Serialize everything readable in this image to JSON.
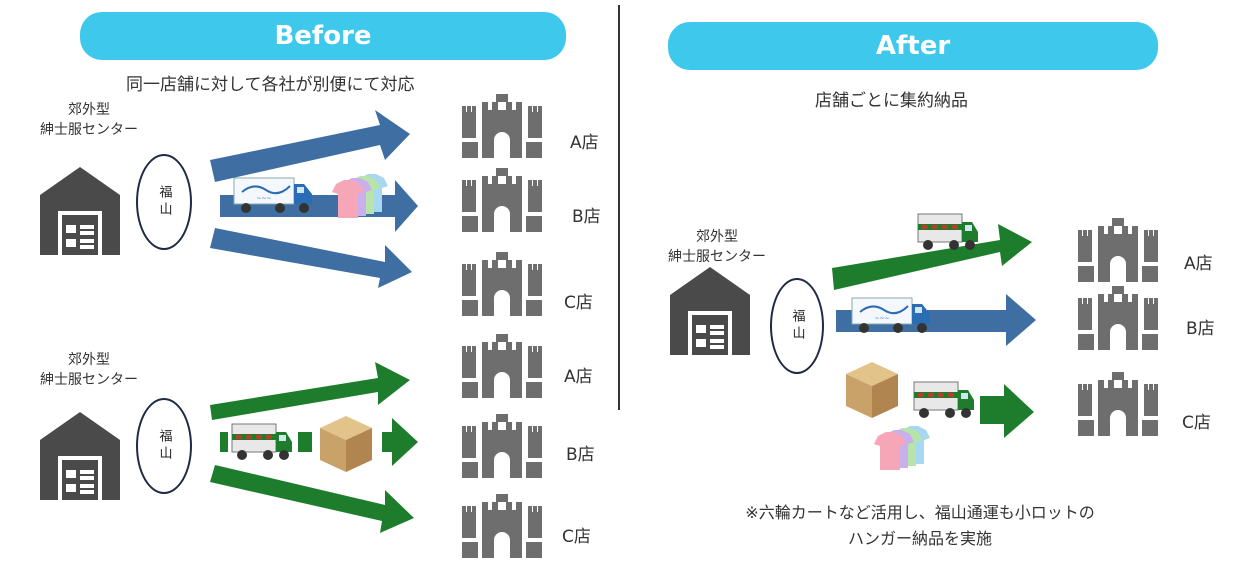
{
  "before": {
    "badge": "Before",
    "subtitle": "同一店舗に対して各社が別便にて対応",
    "center_label_top": "郊外型\n紳士服センター",
    "center_label_bottom": "郊外型\n紳士服センター",
    "hub_top": "福山",
    "hub_bottom": "福山",
    "stores_top": [
      "A店",
      "B店",
      "C店"
    ],
    "stores_bottom": [
      "A店",
      "B店",
      "C店"
    ]
  },
  "after": {
    "badge": "After",
    "subtitle": "店舗ごとに集約納品",
    "center_label": "郊外型\n紳士服センター",
    "hub": "福山",
    "stores": [
      "A店",
      "B店",
      "C店"
    ],
    "note_line1": "※六輪カートなど活用し、福山通運も小ロットの",
    "note_line2": "ハンガー納品を実施"
  },
  "colors": {
    "badge": "#3ec8ec",
    "blue_arrow": "#3f6ea3",
    "green_arrow": "#1e7d2c",
    "castle": "#6e6e6e",
    "warehouse": "#4a4a4a"
  },
  "icons": [
    "warehouse-icon",
    "castle-icon",
    "truck-icon",
    "cardboard-box-icon",
    "shirts-icon"
  ]
}
